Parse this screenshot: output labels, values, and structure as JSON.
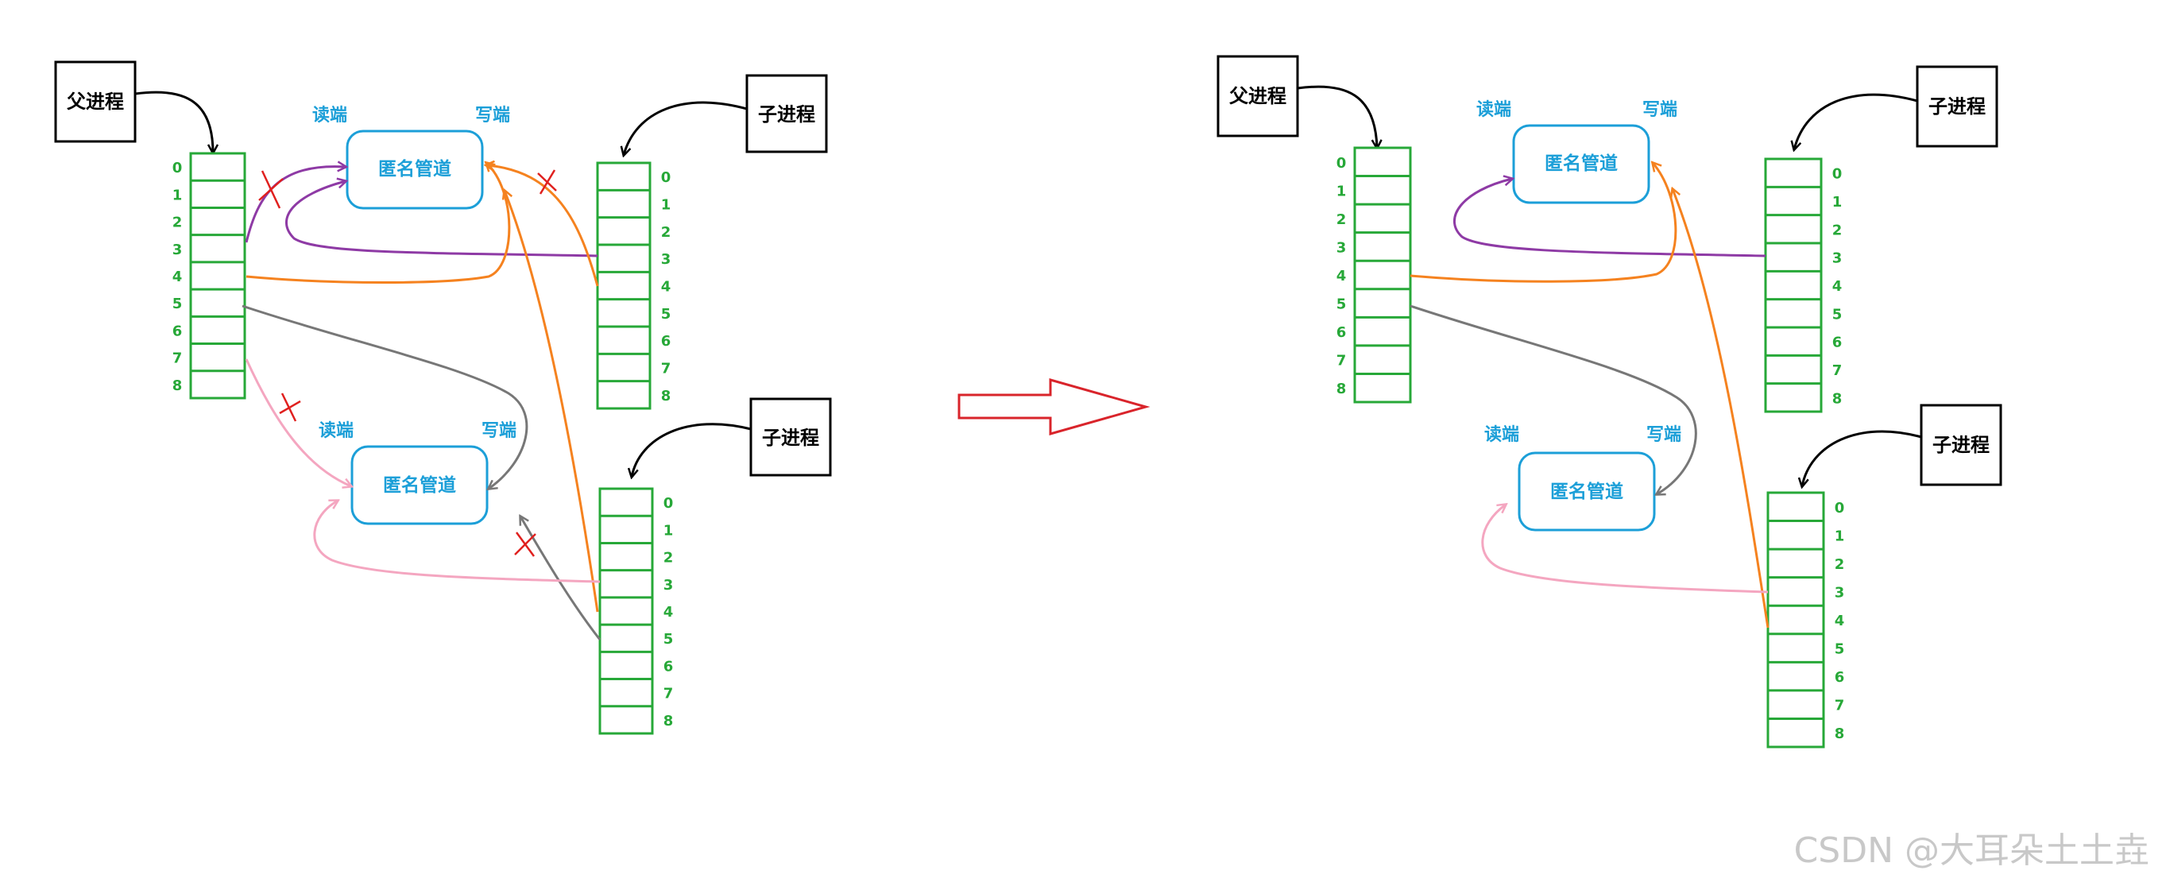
{
  "before": {
    "parent_label": "父进程",
    "child1_label": "子进程",
    "child2_label": "子进程",
    "pipe1": {
      "name": "匿名管道",
      "read_label": "读端",
      "write_label": "写端"
    },
    "pipe2": {
      "name": "匿名管道",
      "read_label": "读端",
      "write_label": "写端"
    }
  },
  "after": {
    "parent_label": "父进程",
    "child1_label": "子进程",
    "child2_label": "子进程",
    "pipe1": {
      "name": "匿名管道",
      "read_label": "读端",
      "write_label": "写端"
    },
    "pipe2": {
      "name": "匿名管道",
      "read_label": "读端",
      "write_label": "写端"
    }
  },
  "fd_indices": [
    "0",
    "1",
    "2",
    "3",
    "4",
    "5",
    "6",
    "7",
    "8"
  ],
  "watermark": "CSDN @大耳朵土土垚",
  "colors": {
    "table": "#27a838",
    "pipe": "#1c9fd8",
    "purple": "#8e3aa5",
    "orange": "#f5821f",
    "pink": "#f4a6c0",
    "gray": "#777777",
    "cross": "#e0201e",
    "big_arrow": "#d9242b"
  }
}
